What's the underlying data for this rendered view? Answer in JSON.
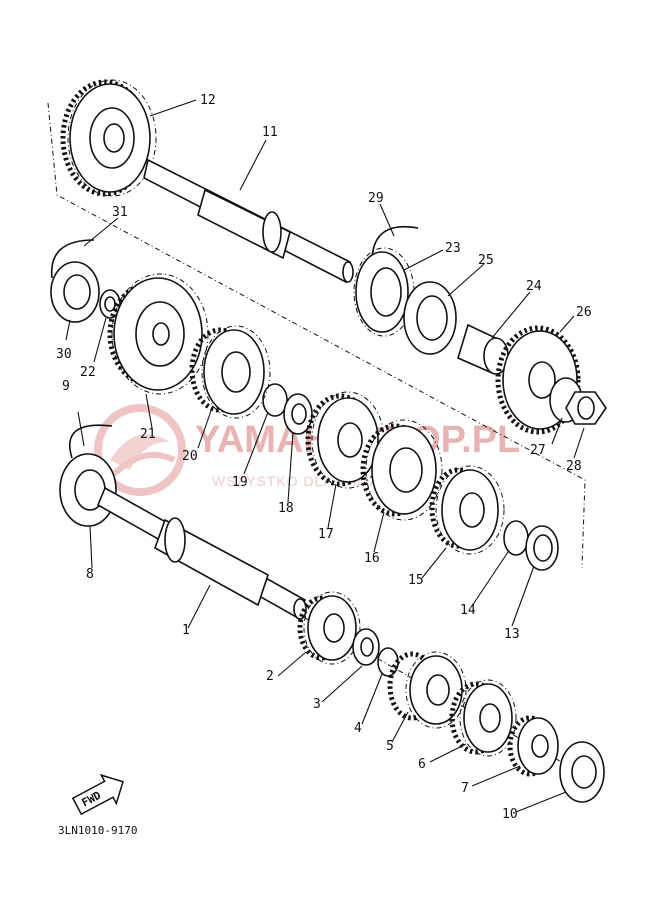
{
  "watermark": {
    "brand": "YAMAHASHOP.PL",
    "tagline": "WSZYSTKO DLA YAMAHA",
    "color": "#e9b3b3"
  },
  "fwd_label": "FWD",
  "drawing_code": "3LN1010-9170",
  "callouts": [
    {
      "id": "1",
      "text": "1"
    },
    {
      "id": "2",
      "text": "2"
    },
    {
      "id": "3",
      "text": "3"
    },
    {
      "id": "4",
      "text": "4"
    },
    {
      "id": "5",
      "text": "5"
    },
    {
      "id": "6",
      "text": "6"
    },
    {
      "id": "7",
      "text": "7"
    },
    {
      "id": "8",
      "text": "8"
    },
    {
      "id": "9",
      "text": "9"
    },
    {
      "id": "10",
      "text": "10"
    },
    {
      "id": "11",
      "text": "11"
    },
    {
      "id": "12",
      "text": "12"
    },
    {
      "id": "13",
      "text": "13"
    },
    {
      "id": "14",
      "text": "14"
    },
    {
      "id": "15",
      "text": "15"
    },
    {
      "id": "16",
      "text": "16"
    },
    {
      "id": "17",
      "text": "17"
    },
    {
      "id": "18",
      "text": "18"
    },
    {
      "id": "19",
      "text": "19"
    },
    {
      "id": "20",
      "text": "20"
    },
    {
      "id": "21",
      "text": "21"
    },
    {
      "id": "22",
      "text": "22"
    },
    {
      "id": "23",
      "text": "23"
    },
    {
      "id": "24",
      "text": "24"
    },
    {
      "id": "25",
      "text": "25"
    },
    {
      "id": "26",
      "text": "26"
    },
    {
      "id": "27",
      "text": "27"
    },
    {
      "id": "28",
      "text": "28"
    },
    {
      "id": "29",
      "text": "29"
    },
    {
      "id": "30",
      "text": "30"
    },
    {
      "id": "31",
      "text": "31"
    }
  ]
}
